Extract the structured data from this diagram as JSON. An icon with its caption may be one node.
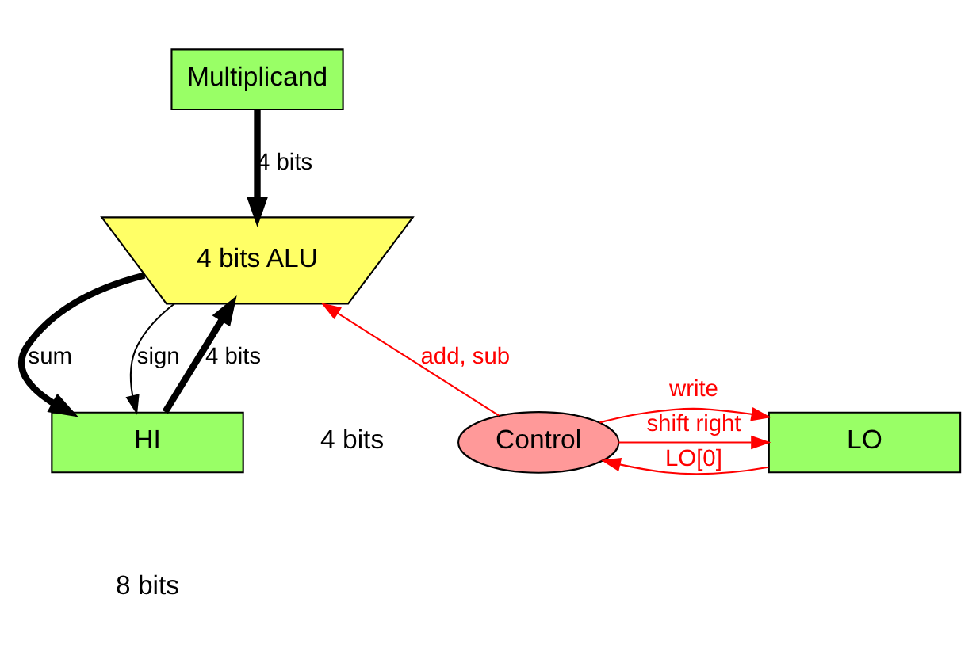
{
  "diagram": {
    "nodes": [
      {
        "text": [
          "Multiplicand"
        ]
      },
      {
        "text": [
          "4 bits ALU"
        ]
      },
      {
        "text": [
          "HI"
        ]
      },
      {
        "text": [
          "LO"
        ]
      },
      {
        "text": [
          "Control"
        ]
      }
    ],
    "edges": [
      {
        "from": 0,
        "to": 1,
        "arrow": "to",
        "label": "4 bits",
        "style": "thick"
      },
      {
        "from": 2,
        "to": 1,
        "arrow": "to",
        "label": "4 bits",
        "style": "thick"
      },
      {
        "from": 1,
        "to": 2,
        "arrow": "to",
        "label": "sum",
        "style": "thick"
      },
      {
        "from": 1,
        "to": 2,
        "arrow": "to",
        "label": "sign"
      },
      {
        "from": 4,
        "to": 1,
        "arrow": "to",
        "label": "add, sub",
        "color": "#ff0000"
      },
      {
        "from": 4,
        "to": 3,
        "arrow": "to",
        "label": "shift right",
        "color": "#ff0000"
      },
      {
        "from": 4,
        "to": 3,
        "arrow": "to",
        "label": "write",
        "color": "#ff0000"
      },
      {
        "from": 3,
        "to": 4,
        "arrow": "to",
        "label": "LO[0]",
        "color": "#ff0000"
      }
    ],
    "labels": [
      "4 bits",
      "8 bits"
    ]
  }
}
